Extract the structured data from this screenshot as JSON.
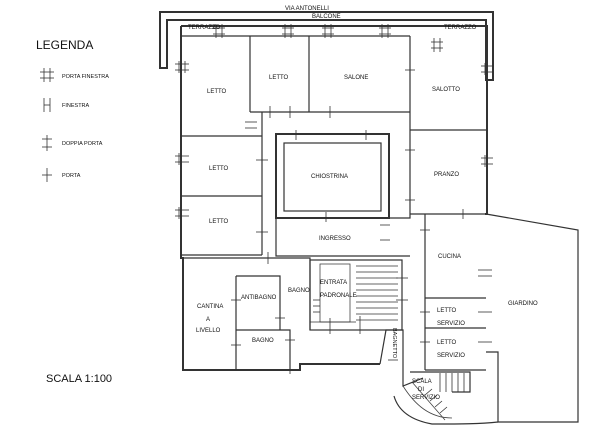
{
  "legend": {
    "title": "LEGENDA",
    "items": [
      {
        "label": "PORTA FINESTRA",
        "icon": "porta-finestra-symbol"
      },
      {
        "label": "FINESTRA",
        "icon": "finestra-symbol"
      },
      {
        "label": "DOPPIA PORTA",
        "icon": "doppia-porta-symbol"
      },
      {
        "label": "PORTA",
        "icon": "porta-symbol"
      }
    ]
  },
  "scale": "SCALA 1:100",
  "street": "VIA ANTONELLI",
  "balcony": "BALCONE",
  "terraces": [
    "TERRAZZO",
    "TERRAZZO"
  ],
  "rooms": {
    "letto_ovest": "LETTO",
    "letto_nord": "LETTO",
    "salone": "SALONE",
    "salotto": "SALOTTO",
    "letto_centro": "LETTO",
    "chiostrina": "CHIOSTRINA",
    "pranzo": "PRANZO",
    "letto_sud": "LETTO",
    "ingresso": "INGRESSO",
    "cucina": "CUCINA",
    "entrata_1": "ENTRATA",
    "entrata_2": "PADRONALE",
    "cantina_1": "CANTINA",
    "cantina_2": "A",
    "cantina_3": "LIVELLO",
    "antibagno": "ANTIBAGNO",
    "bagno_1": "BAGNO",
    "bagno_2": "BAGNO",
    "letto_servizio_1a": "LETTO",
    "letto_servizio_1b": "SERVIZIO",
    "letto_servizio_2a": "LETTO",
    "letto_servizio_2b": "SERVIZIO",
    "giardino": "GIARDINO",
    "bagnetto": "BAGNETTO",
    "scala_1": "SCALA",
    "scala_2": "DI",
    "scala_3": "SERVIZIO"
  }
}
